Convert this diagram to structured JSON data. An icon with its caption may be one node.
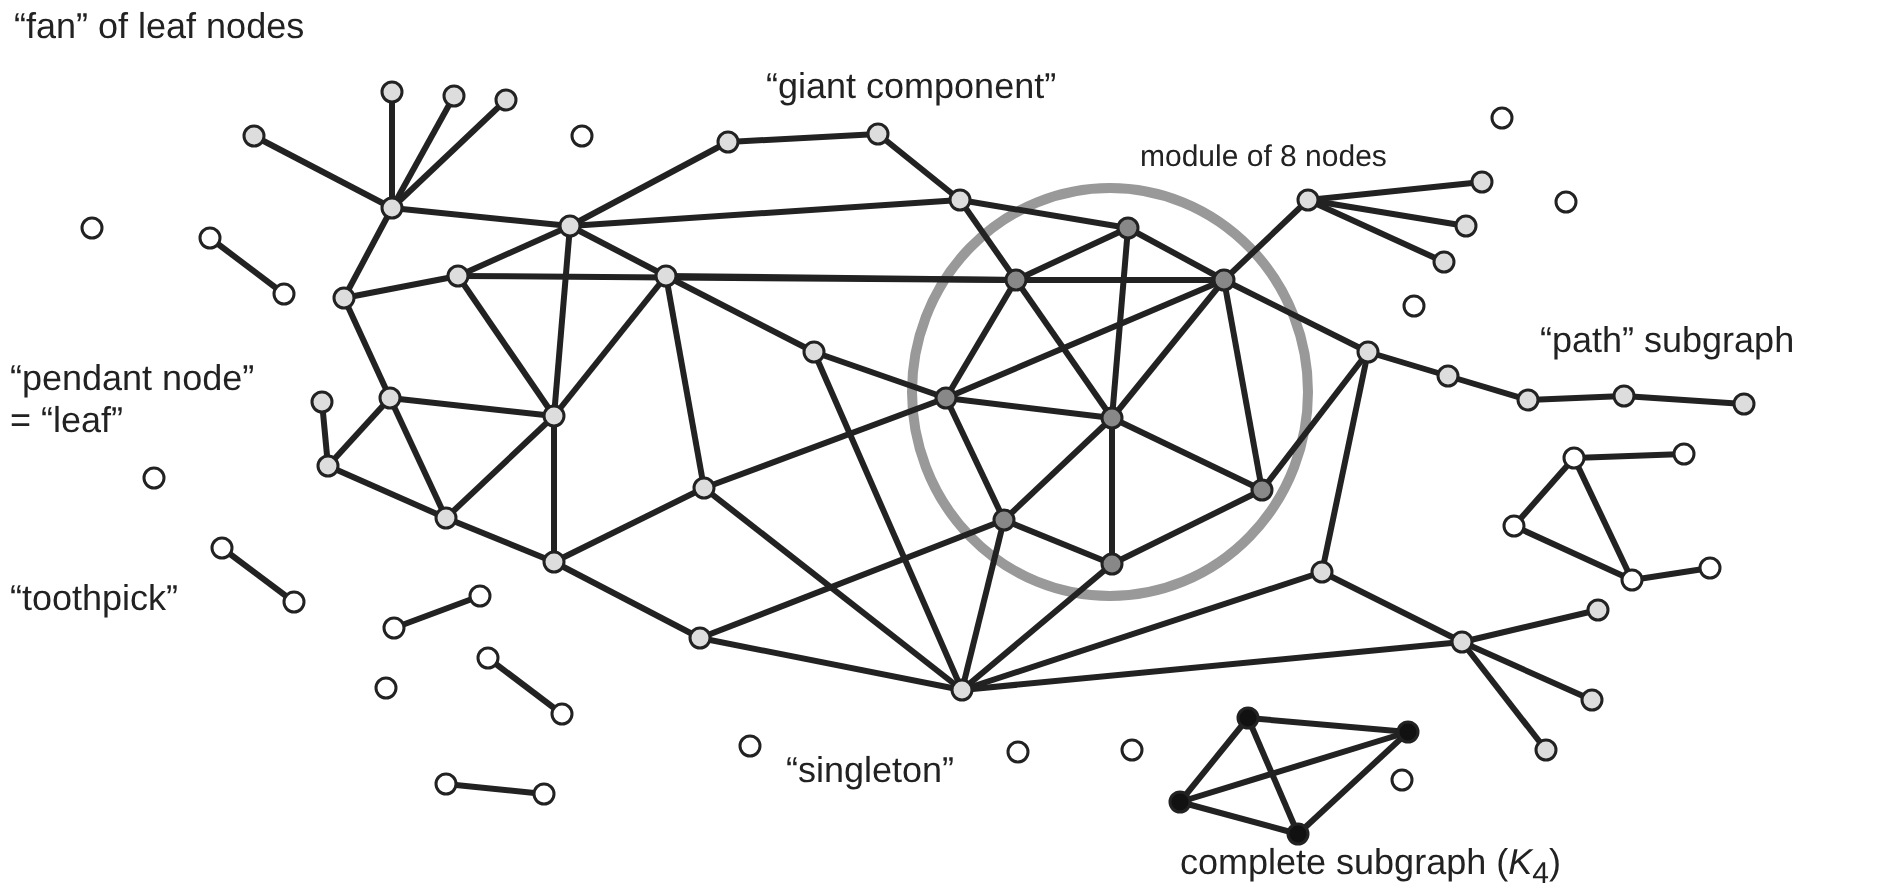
{
  "diagram": {
    "labels": [
      "“fan” of leaf nodes",
      "“giant component”",
      "module of 8 nodes",
      "“path” subgraph",
      "“pendant node” = “leaf”",
      "“toothpick”",
      "“singleton”",
      "complete subgraph (*K*$_{4}$)"
    ]
  }
}
